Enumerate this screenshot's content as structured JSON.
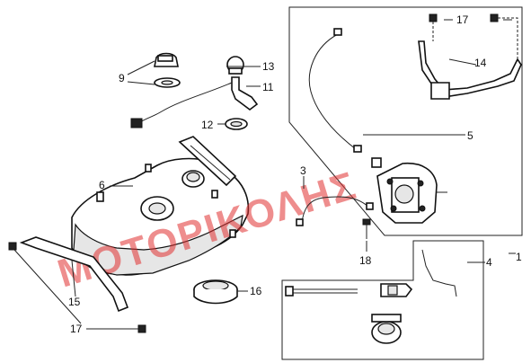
{
  "callouts": {
    "c1": "1",
    "c3": "3",
    "c4": "4",
    "c5": "5",
    "c6": "6",
    "c9": "9",
    "c11": "11",
    "c12": "12",
    "c13": "13",
    "c14": "14",
    "c15": "15",
    "c16": "16",
    "c17a": "17",
    "c17b": "17",
    "c18": "18"
  },
  "watermark": {
    "text": "ΜΟΤΟΡΙΚΟΛΗΣ",
    "color": "#e03030"
  }
}
